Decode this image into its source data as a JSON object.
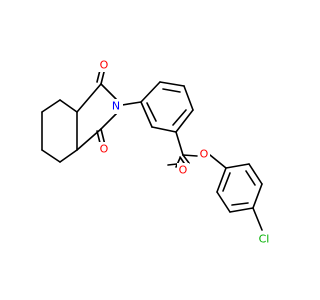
{
  "molecule": {
    "atoms": {
      "o_top": {
        "label": "O",
        "color": "#ff0000"
      },
      "n_imide": {
        "label": "N",
        "color": "#0000ff"
      },
      "o_bottom": {
        "label": "O",
        "color": "#ff0000"
      },
      "o_carbonyl": {
        "label": "O",
        "color": "#ff0000"
      },
      "o_ester": {
        "label": "O",
        "color": "#ff0000"
      },
      "cl": {
        "label": "Cl",
        "color": "#00b000"
      }
    },
    "bond_color": "#000000"
  }
}
